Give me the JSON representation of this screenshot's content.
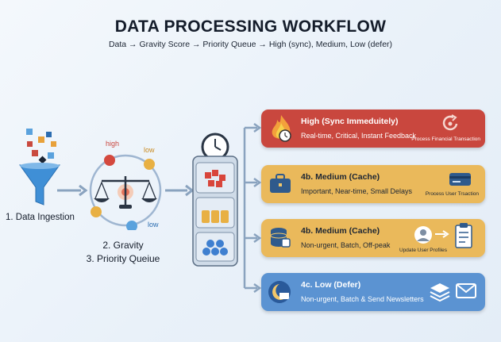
{
  "header": {
    "title": "DATA PROCESSING WORKFLOW",
    "subtitle": "Data → Gravity Score → Priority Queue → High (sync), Medium, Low (defer)"
  },
  "ingestion": {
    "label": "1. Data Ingestion"
  },
  "gravity": {
    "label_1": "2. Gravity",
    "label_2": "3. Priority Queiue",
    "tag_high": "high",
    "tag_low_1": "low",
    "tag_low_2": "low"
  },
  "cards": [
    {
      "title": "High (Sync Immeduitely)",
      "desc": "Real-time, Critical, Instant Feedback",
      "action": "Process Financial Transaction",
      "color": "#c9473e"
    },
    {
      "title": "4b. Medium (Cache)",
      "desc": "Important, Near-time, Small Delays",
      "action": "Process User Trsaction",
      "color": "#eab95b"
    },
    {
      "title": "4b. Medium (Cache)",
      "desc": "Non-urgent, Batch, Off-peak",
      "action": "Update User Profiles",
      "color": "#eab95b"
    },
    {
      "title": "4c. Low (Defer)",
      "desc": "Non-urgent, Batch & Send Newsletters",
      "action": "",
      "color": "#5b93d2"
    }
  ],
  "icons": [
    "funnel-icon",
    "scale-icon",
    "clock-icon",
    "server-rack-icon",
    "fire-icon",
    "briefcase-icon",
    "credit-card-icon",
    "database-icon",
    "user-icon",
    "clipboard-icon",
    "moon-calendar-icon",
    "stack-icon",
    "envelope-icon"
  ]
}
